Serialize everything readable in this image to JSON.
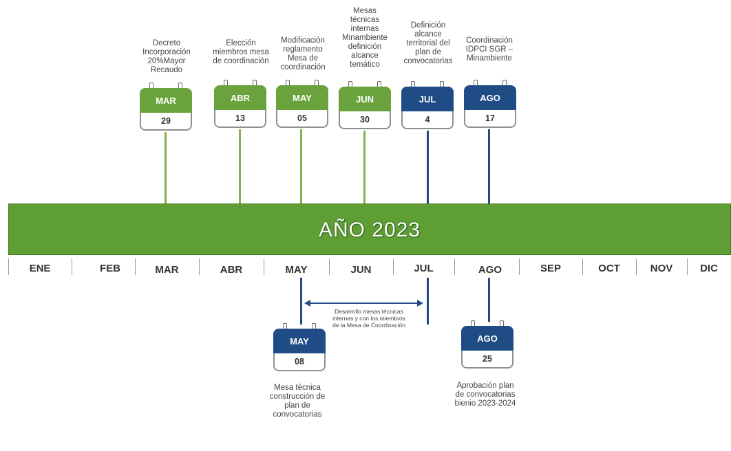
{
  "timeline": {
    "title": "AÑO 2023",
    "months": [
      "ENE",
      "FEB",
      "MAR",
      "ABR",
      "MAY",
      "JUN",
      "JUL",
      "AGO",
      "SEP",
      "OCT",
      "NOV",
      "DIC"
    ]
  },
  "events_above": [
    {
      "month": "MAR",
      "day": "29",
      "caption": "Decreto\nIncorporación\n20%Mayor\nRecaudo",
      "color": "#6aa23d"
    },
    {
      "month": "ABR",
      "day": "13",
      "caption": "Elección\nmiembros mesa\nde coordinación",
      "color": "#6aa23d"
    },
    {
      "month": "MAY",
      "day": "05",
      "caption": "Modificación\nreglamento\nMesa de\ncoordinación",
      "color": "#6aa23d"
    },
    {
      "month": "JUN",
      "day": "30",
      "caption": "Mesas\ntécnicas\ninternas\nMinambiente\ndefinición\nalcance\ntemático",
      "color": "#6aa23d"
    },
    {
      "month": "JUL",
      "day": "4",
      "caption": "Definición\nalcance\nterritorial del\nplan de\nconvocatorias",
      "color": "#1f4c85"
    },
    {
      "month": "AGO",
      "day": "17",
      "caption": "Coordinación\nIDPCI SGR –\nMinambiente",
      "color": "#1f4c85"
    }
  ],
  "events_below": [
    {
      "month": "MAY",
      "day": "08",
      "caption": "Mesa técnica\nconstrucción de\nplan de\nconvocatorias",
      "color": "#1f4c85"
    },
    {
      "month": "AGO",
      "day": "25",
      "caption": "Aprobación plan\nde convocatorias\nbienio 2023-2024",
      "color": "#1f4c85"
    }
  ],
  "range": {
    "caption": "Desarrollo mesas técnicas\ninternas y con los miembros\nde la Mesa de Coordinación"
  }
}
